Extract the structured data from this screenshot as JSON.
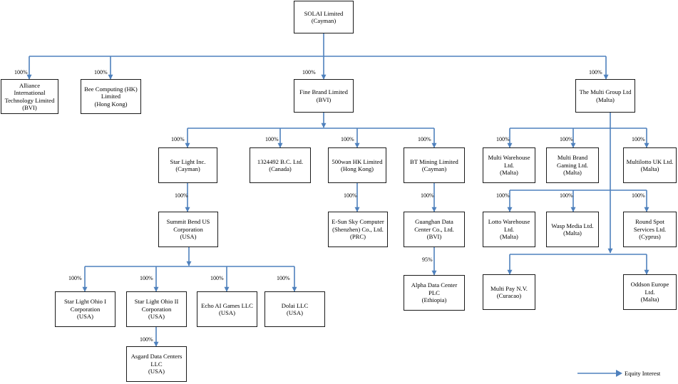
{
  "colors": {
    "arrow": "#4f81bd",
    "border": "#1a1a1a"
  },
  "entities": {
    "solai": [
      "SOLAI Limited",
      "(Cayman)"
    ],
    "alliance": [
      "Alliance International",
      "Technology Limited",
      "(BVI)"
    ],
    "bee": [
      "Bee Computing (HK)",
      "Limited",
      "(Hong Kong)"
    ],
    "fine": [
      "Fine Brand Limited",
      "(BVI)"
    ],
    "multi": [
      "The Multi Group Ltd",
      "(Malta)"
    ],
    "starlight": [
      "Star Light Inc.",
      "(Cayman)"
    ],
    "bc": [
      "1324492 B.C. Ltd.",
      "(Canada)"
    ],
    "wan": [
      "500wan HK Limited",
      "(Hong Kong)"
    ],
    "bt": [
      "BT Mining Limited",
      "(Cayman)"
    ],
    "summit": [
      "Summit Bend US",
      "Corporation",
      "(USA)"
    ],
    "esun": [
      "E-Sun Sky Computer",
      "(Shenzhen) Co., Ltd.",
      "(PRC)"
    ],
    "guanghan": [
      "Guanghan Data",
      "Center Co., Ltd.",
      "(BVI)"
    ],
    "alpha": [
      "Alpha Data Center",
      "PLC",
      "(Ethiopia)"
    ],
    "ohio1": [
      "Star Light Ohio I",
      "Corporation",
      "(USA)"
    ],
    "ohio2": [
      "Star Light Ohio II",
      "Corporation",
      "(USA)"
    ],
    "echo": [
      "Echo AI Games LLC",
      "(USA)"
    ],
    "dolai": [
      "Dolai LLC",
      "(USA)"
    ],
    "asgard": [
      "Asgard Data Centers",
      "LLC",
      "(USA)"
    ],
    "mwarehouse": [
      "Multi Warehouse",
      "Ltd.",
      "(Malta)"
    ],
    "mbrand": [
      "Multi Brand",
      "Gaming Ltd.",
      "(Malta)"
    ],
    "mlotto": [
      "Multilotto UK Ltd.",
      "(Malta)"
    ],
    "lotto": [
      "Lotto Warehouse",
      "Ltd.",
      "(Malta)"
    ],
    "wasp": [
      "Wasp Media Ltd.",
      "(Malta)"
    ],
    "round": [
      "Round Spot",
      "Services Ltd.",
      "(Cyprus)"
    ],
    "pay": [
      "Multi Pay N.V.",
      "(Curacao)"
    ],
    "oddson": [
      "Oddson Europe",
      "Ltd.",
      "(Malta)"
    ]
  },
  "ownership": {
    "alliance": "100%",
    "bee": "100%",
    "fine": "100%",
    "multi": "100%",
    "starlight": "100%",
    "bc": "100%",
    "wan": "100%",
    "bt": "100%",
    "summit": "100%",
    "esun": "100%",
    "guanghan": "100%",
    "alpha": "95%",
    "ohio1": "100%",
    "ohio2": "100%",
    "echo": "100%",
    "dolai": "100%",
    "asgard": "100%",
    "mwarehouse": "100%",
    "mbrand": "100%",
    "mlotto": "100%",
    "lotto": "100%",
    "wasp": "100%",
    "round": "100%"
  },
  "legend": {
    "label": "Equity Interest"
  }
}
